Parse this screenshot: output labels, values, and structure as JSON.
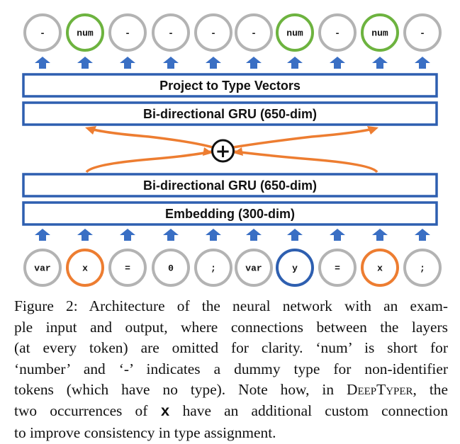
{
  "output_tokens": [
    "-",
    "num",
    "-",
    "-",
    "-",
    "-",
    "num",
    "-",
    "num",
    "-"
  ],
  "input_tokens": [
    "var",
    "x",
    "=",
    "0",
    ";",
    "var",
    "y",
    "=",
    "x",
    ";"
  ],
  "output_highlight": [
    false,
    true,
    false,
    false,
    false,
    false,
    true,
    false,
    true,
    false
  ],
  "input_highlight": [
    "none",
    "orange",
    "none",
    "none",
    "none",
    "none",
    "blue",
    "none",
    "orange",
    "none"
  ],
  "layers": {
    "project": "Project to Type Vectors",
    "gru_top": "Bi-directional GRU (650-dim)",
    "gru_bottom": "Bi-directional GRU (650-dim)",
    "embedding": "Embedding (300-dim)"
  },
  "combine_symbol": "+",
  "colors": {
    "circle_default": "#b3b3b3",
    "circle_green": "#6db33f",
    "circle_orange": "#ed7d31",
    "circle_blue": "#2e5fb0",
    "box_border": "#2e5fb0",
    "arrow_blue": "#3a6fc4",
    "arrow_orange": "#ed7d31"
  },
  "caption": {
    "line1": "Figure 2: Architecture of the neural network with an exam-",
    "line2": "ple input and output, where connections between the layers",
    "line3": "(at every token) are omitted for clarity. ‘num’ is short for",
    "line4": "‘number’ and ‘-’ indicates a dummy type for non-identifier",
    "line5_pre": "tokens (which have no type). Note how, in ",
    "line5_name": "DeepTyper",
    "line5_post": ", the",
    "line6_pre": "two occurrences of ",
    "line6_code": "x",
    "line6_post": " have an additional custom connection",
    "line7": "to improve consistency in type assignment."
  }
}
